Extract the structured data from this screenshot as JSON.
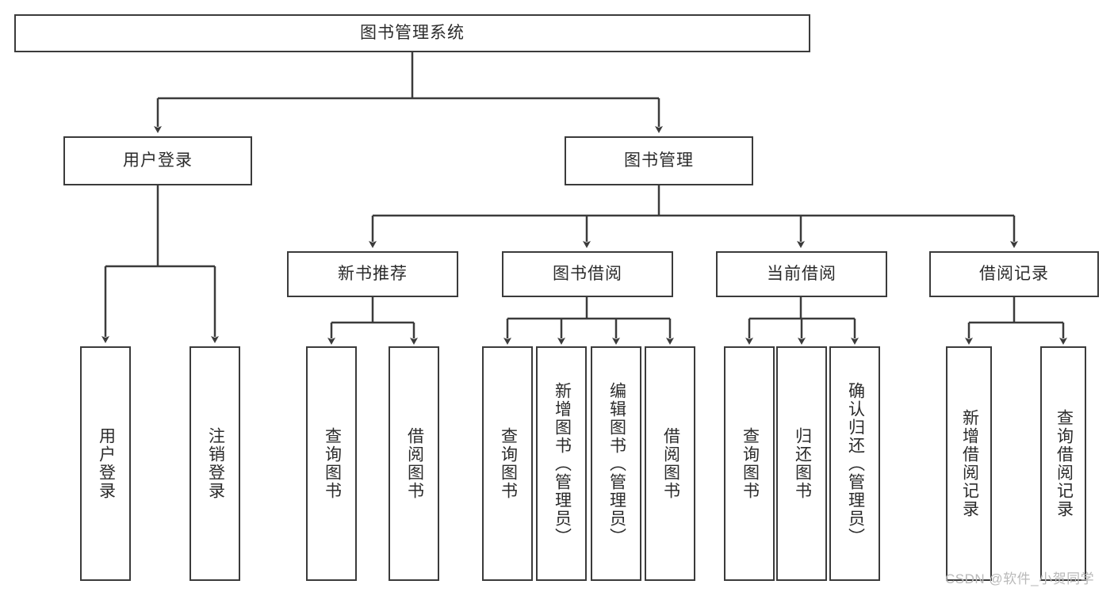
{
  "diagram": {
    "title_box": {
      "label": "图书管理系统"
    },
    "level2": [
      {
        "id": "user-login",
        "label": "用户登录"
      },
      {
        "id": "book-manage",
        "label": "图书管理"
      }
    ],
    "level3": [
      {
        "id": "new-book-rec",
        "label": "新书推荐"
      },
      {
        "id": "book-borrow",
        "label": "图书借阅"
      },
      {
        "id": "current-borrow",
        "label": "当前借阅"
      },
      {
        "id": "borrow-record",
        "label": "借阅记录"
      }
    ],
    "leaves": {
      "user_login": [
        {
          "id": "leaf-user-login",
          "label": "用户登录"
        },
        {
          "id": "leaf-logout",
          "label": "注销登录"
        }
      ],
      "new_book_rec": [
        {
          "id": "leaf-query-book-1",
          "label": "查询图书"
        },
        {
          "id": "leaf-borrow-book-1",
          "label": "借阅图书"
        }
      ],
      "book_borrow": [
        {
          "id": "leaf-query-book-2",
          "label": "查询图书"
        },
        {
          "id": "leaf-add-book",
          "label": "新增图书（管理员）"
        },
        {
          "id": "leaf-edit-book",
          "label": "编辑图书（管理员）"
        },
        {
          "id": "leaf-borrow-book-2",
          "label": "借阅图书"
        }
      ],
      "current_borrow": [
        {
          "id": "leaf-query-book-3",
          "label": "查询图书"
        },
        {
          "id": "leaf-return-book",
          "label": "归还图书"
        },
        {
          "id": "leaf-confirm-return",
          "label": "确认归还（管理员）"
        }
      ],
      "borrow_record": [
        {
          "id": "leaf-add-record",
          "label": "新增借阅记录"
        },
        {
          "id": "leaf-query-record",
          "label": "查询借阅记录"
        }
      ]
    },
    "watermark": {
      "text": "CSDN @软件_小贺同学"
    },
    "colors": {
      "stroke": "#3b3b3b",
      "text": "#2b2b2b",
      "background": "#ffffff",
      "watermark": "#b9b9b9"
    }
  }
}
